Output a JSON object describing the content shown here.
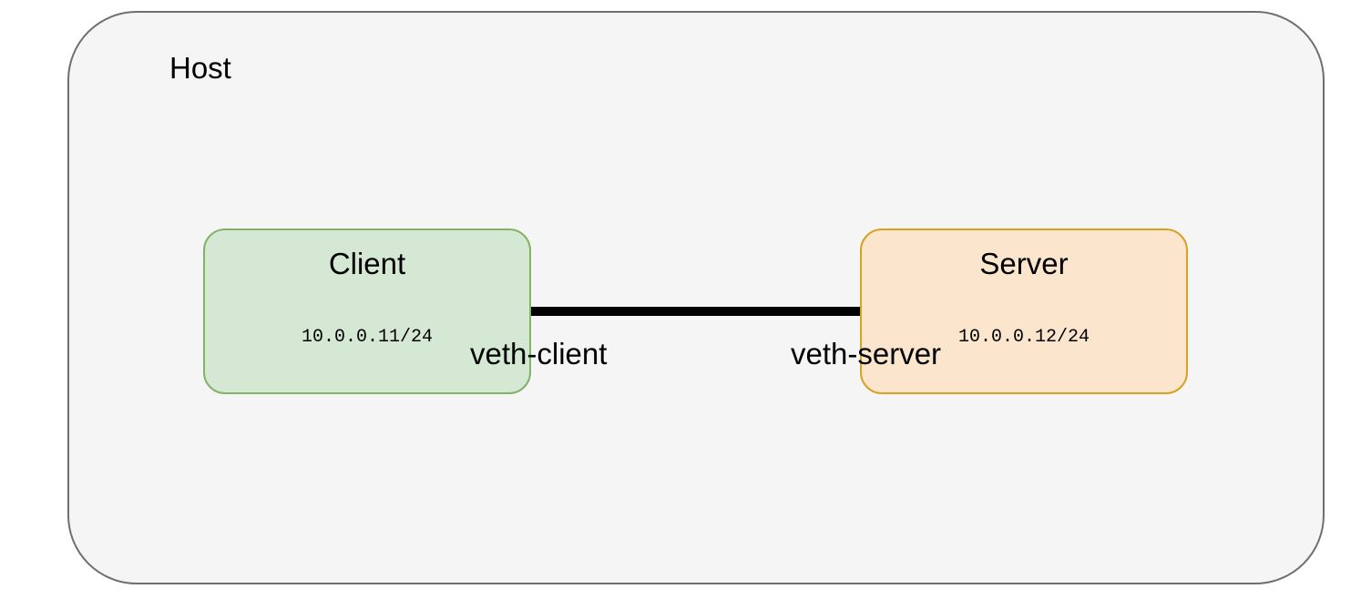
{
  "host": {
    "label": "Host"
  },
  "client": {
    "title": "Client",
    "ip": "10.0.0.11/24",
    "interface": "veth-client"
  },
  "server": {
    "title": "Server",
    "ip": "10.0.0.12/24",
    "interface": "veth-server"
  },
  "colors": {
    "host_fill": "#f5f5f5",
    "host_stroke": "#6f6f6f",
    "client_fill": "#d5e8d4",
    "client_stroke": "#82b366",
    "server_fill": "#fbe6cd",
    "server_stroke": "#d6a221",
    "link": "#000000"
  }
}
